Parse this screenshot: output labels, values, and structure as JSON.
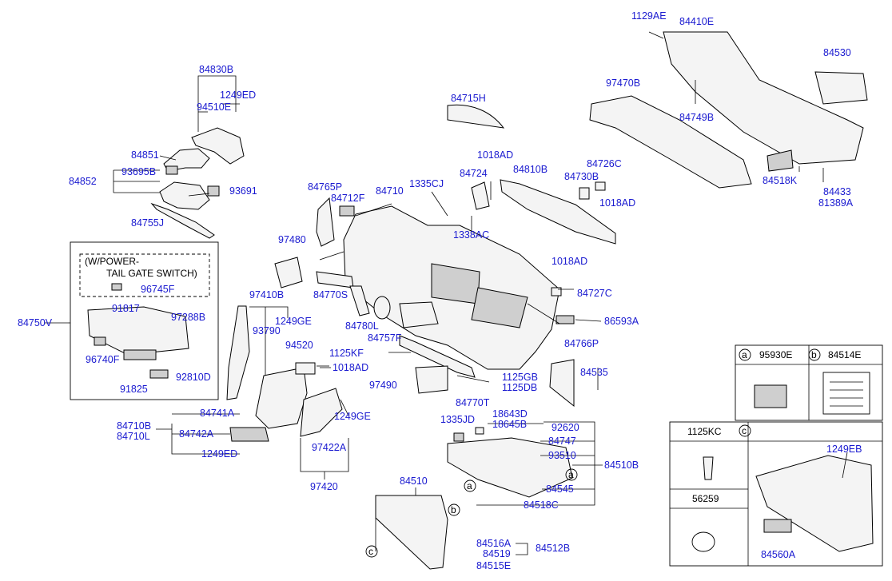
{
  "labels": {
    "p84830B": "84830B",
    "p1249ED_a": "1249ED",
    "p94510E": "94510E",
    "p84851": "84851",
    "p84852": "84852",
    "p93695B": "93695B",
    "p93691": "93691",
    "p84755J": "84755J",
    "p84715H": "84715H",
    "p1018AD_a": "1018AD",
    "p84724": "84724",
    "p84810B": "84810B",
    "p84726C": "84726C",
    "p84730B": "84730B",
    "p1018AD_b": "1018AD",
    "p1335CJ": "1335CJ",
    "p84765P": "84765P",
    "p84712F": "84712F",
    "p84710": "84710",
    "p1338AC": "1338AC",
    "p1129AE": "1129AE",
    "p84410E": "84410E",
    "p84530": "84530",
    "p97470B": "97470B",
    "p84749B": "84749B",
    "p84518K": "84518K",
    "p84433": "84433",
    "p81389A": "81389A",
    "p1018AD_c": "1018AD",
    "p84727C": "84727C",
    "p86593A": "86593A",
    "p97480": "97480",
    "p84770S": "84770S",
    "p84780L": "84780L",
    "p84757F": "84757F",
    "p97410B": "97410B",
    "p1249GE_a": "1249GE",
    "p93790": "93790",
    "p94520": "94520",
    "p1125KF": "1125KF",
    "p1018AD_d": "1018AD",
    "p84766P": "84766P",
    "p84535": "84535",
    "p1125GB": "1125GB",
    "p1125DB": "1125DB",
    "p97490": "97490",
    "p84770T": "84770T",
    "p84750V": "84750V",
    "p91817": "91817",
    "p97288B": "97288B",
    "p96740F": "96740F",
    "p92810D": "92810D",
    "p91825": "91825",
    "p96745F": "96745F",
    "p84741A": "84741A",
    "p84710B": "84710B",
    "p84710L": "84710L",
    "p84742A": "84742A",
    "p1249ED_b": "1249ED",
    "p1249GE_b": "1249GE",
    "p97422A": "97422A",
    "p97420": "97420",
    "p1335JD": "1335JD",
    "p18643D": "18643D",
    "p18645B": "18645B",
    "p92620": "92620",
    "p84747": "84747",
    "p93510": "93510",
    "p84510B": "84510B",
    "p84545": "84545",
    "p84518C": "84518C",
    "p84510": "84510",
    "p84516A": "84516A",
    "p84519": "84519",
    "p84512B": "84512B",
    "p84515E": "84515E"
  },
  "power_box": {
    "line1": "(W/POWER-",
    "line2": "TAIL GATE SWITCH)"
  },
  "callouts": {
    "a": "a",
    "b": "b",
    "c": "c"
  },
  "table": {
    "a_code": "95930E",
    "b_code": "84514E",
    "kc_code": "1125KC",
    "clip_code": "56259",
    "eb_code": "1249EB",
    "handle_code": "84560A"
  },
  "colors": {
    "label": "#1a1ad0",
    "line": "#000000"
  }
}
